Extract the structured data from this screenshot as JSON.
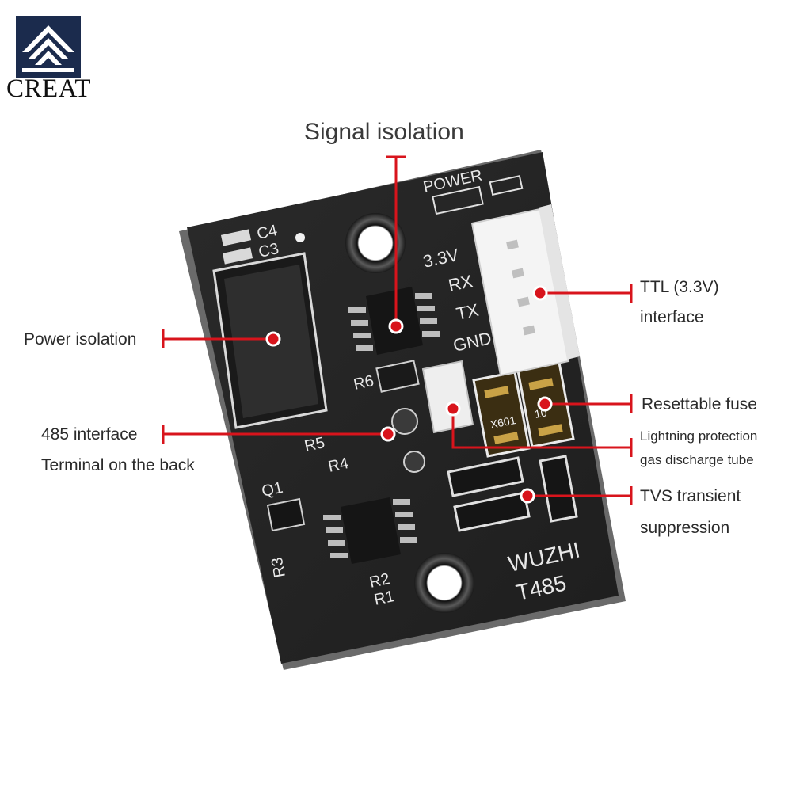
{
  "logo": {
    "wordmark": "CREAT"
  },
  "board": {
    "power_label": "POWER",
    "pin_labels": [
      "3.3V",
      "RX",
      "TX",
      "GND"
    ],
    "silkscreen": {
      "c4": "C4",
      "c3": "C3",
      "r6": "R6",
      "r5": "R5",
      "r4": "R4",
      "q1": "Q1",
      "r3": "R3",
      "r2": "R2",
      "r1": "R1",
      "fuse_a": "X601",
      "fuse_b": "10",
      "brand": "WUZHI",
      "model": "T485"
    }
  },
  "annotations": {
    "signal_isolation": "Signal isolation",
    "power_isolation": "Power isolation",
    "ttl_line1": "TTL (3.3V)",
    "ttl_line2": "interface",
    "resettable_fuse": "Resettable fuse",
    "lightning_line1": "Lightning protection",
    "lightning_line2": "gas discharge tube",
    "if485_line1": "485 interface",
    "if485_line2": "Terminal on the back",
    "tvs_line1": "TVS transient",
    "tvs_line2": "suppression"
  },
  "colors": {
    "pcb": "#232323",
    "annotation_line": "#d8141c",
    "silkscreen": "#e8e8e8"
  }
}
